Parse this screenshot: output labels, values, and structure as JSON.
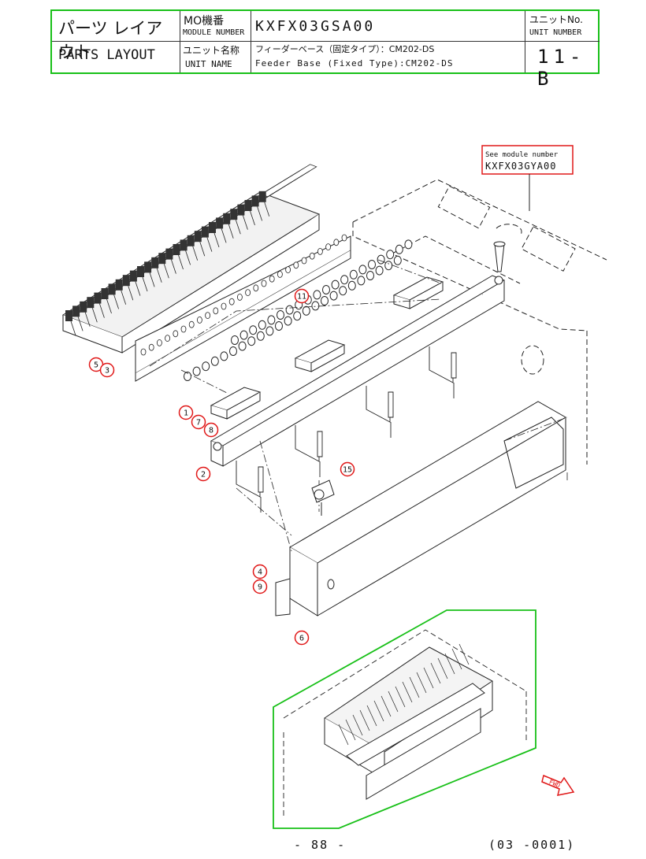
{
  "title_block": {
    "parts_layout_jp": "パーツ レイアウト",
    "parts_layout_en": "PARTS LAYOUT",
    "mo_label_jp": "MO機番",
    "mo_label_en": "MODULE NUMBER",
    "module_number": "KXFX03GSA00",
    "unit_name_label_jp": "ユニット名称",
    "unit_name_label_en": "UNIT NAME",
    "unit_name_jp": "フィーダーベース（固定タイプ）：CM202-DS",
    "unit_name_en": "Feeder Base (Fixed Type):CM202-DS",
    "unit_no_label_jp": "ユニットNo.",
    "unit_no_label_en": "UNIT NUMBER",
    "unit_number": "11-B"
  },
  "see_module": {
    "label": "See module number",
    "number": "KXFX03GYA00"
  },
  "callouts": [
    "11",
    "5",
    "3",
    "1",
    "7",
    "8",
    "2",
    "15",
    "4",
    "9",
    "6"
  ],
  "fwd_label": "FWD",
  "footer": {
    "page": "- 88 -",
    "revision": "(03 -0001)"
  },
  "colors": {
    "frame_green": "#18c018",
    "callout_red": "#e01818",
    "line": "#222222"
  }
}
